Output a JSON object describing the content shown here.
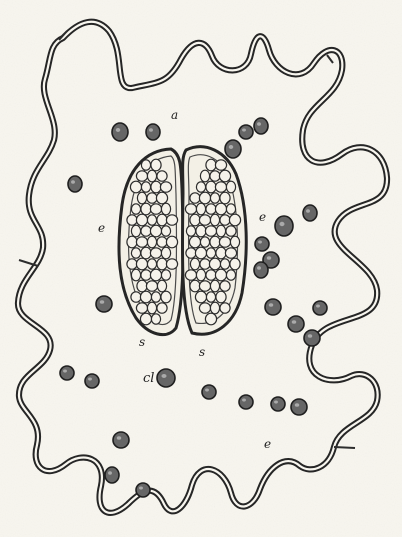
{
  "labels": {
    "a": "a",
    "e_left": "e",
    "e_right": "e",
    "e_bottom": "e",
    "s_left": "s",
    "s_right": "s",
    "d": "cl"
  },
  "colors": {
    "paper": "#f8f6ef",
    "ink": "#2b2b2b",
    "dot": "#5b5b5b"
  }
}
